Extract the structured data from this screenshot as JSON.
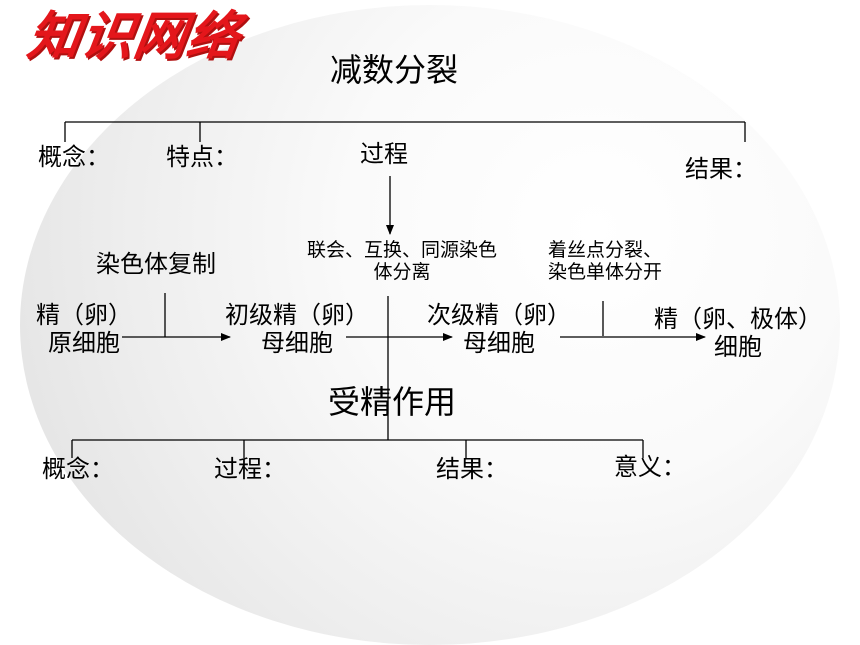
{
  "title": "知识网络",
  "meiosis": {
    "heading": "减数分裂",
    "concept": "概念：",
    "features": "特点：",
    "process": "过程",
    "result": "结果："
  },
  "stages": {
    "replication": "染色体复制",
    "synapsis_l1": "联会、互换、同源染色",
    "synapsis_l2": "体分离",
    "centromere_l1": "着丝点分裂、",
    "centromere_l2": "染色单体分开",
    "cell1_l1": "精（卵）",
    "cell1_l2": "原细胞",
    "cell2_l1": "初级精（卵）",
    "cell2_l2": "母细胞",
    "cell3_l1": "次级精（卵）",
    "cell3_l2": "母细胞",
    "cell4_l1": "精（卵、极体）",
    "cell4_l2": "细胞"
  },
  "fertilization": {
    "heading": "受精作用",
    "concept": "概念：",
    "process": "过程：",
    "result": "结果：",
    "significance": "意义："
  }
}
